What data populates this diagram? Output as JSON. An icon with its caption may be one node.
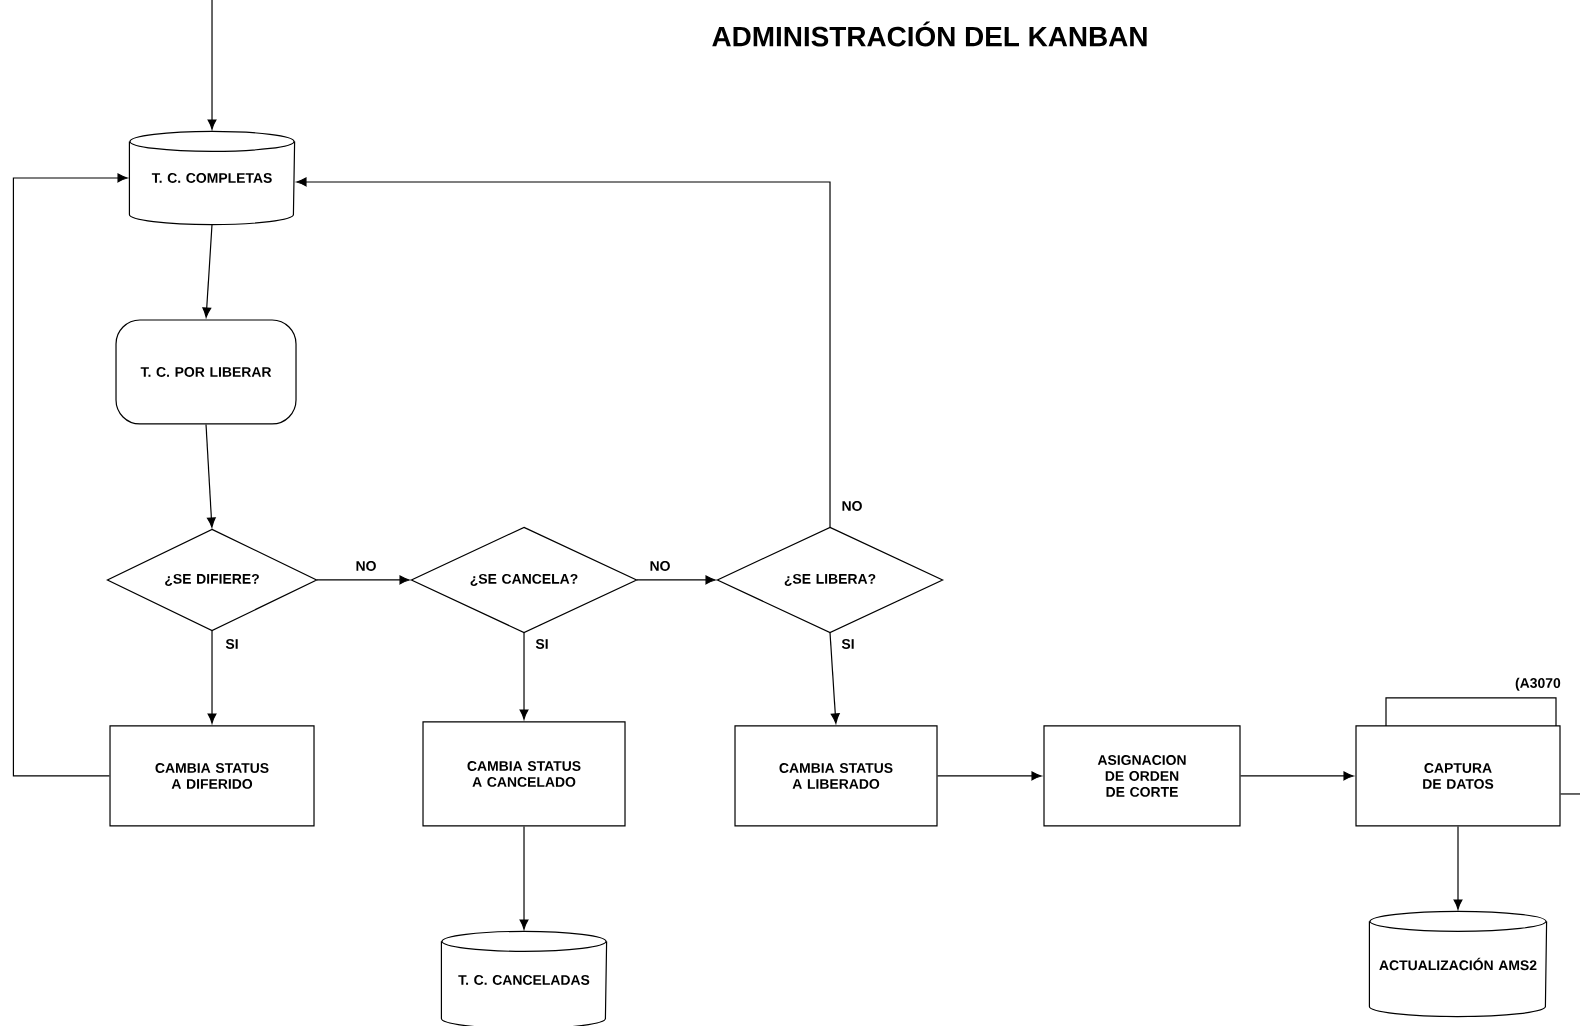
{
  "diagram": {
    "title": "ADMINISTRACIÓN DEL KANBAN",
    "nodes": [
      {
        "text": [
          "T. C. COMPLETAS"
        ]
      },
      {
        "text": [
          "T. C. POR LIBERAR"
        ]
      },
      {
        "text": [
          "¿SE DIFIERE?"
        ]
      },
      {
        "text": [
          "¿SE CANCELA?"
        ]
      },
      {
        "text": [
          "¿SE LIBERA?"
        ]
      },
      {
        "text": [
          "CAMBIA STATUS A DIFERIDO"
        ]
      },
      {
        "text": [
          "CAMBIA STATUS A CANCELADO"
        ]
      },
      {
        "text": [
          "CAMBIA STATUS A LIBERADO"
        ]
      },
      {
        "text": [
          "ASIGNACION DE ORDEN DE CORTE"
        ]
      },
      {
        "text": [
          "CAPTURA DE DATOS"
        ],
        "beside": [
          "(A3070"
        ]
      },
      {
        "text": [
          "T. C. CANCELADAS"
        ]
      },
      {
        "text": [
          "ACTUALIZACIÓN AMS2"
        ]
      }
    ],
    "edges": [
      {
        "from": null,
        "to": 0,
        "arrow": "to"
      },
      {
        "from": 0,
        "to": 1,
        "arrow": "to"
      },
      {
        "from": 1,
        "to": 2,
        "arrow": "to"
      },
      {
        "from": 2,
        "to": 3,
        "arrow": "to",
        "label": "NO"
      },
      {
        "from": 3,
        "to": 4,
        "arrow": "to",
        "label": "NO"
      },
      {
        "from": 4,
        "to": 0,
        "arrow": "to",
        "label": "NO"
      },
      {
        "from": 2,
        "to": 5,
        "arrow": "to",
        "label": "SI"
      },
      {
        "from": 3,
        "to": 6,
        "arrow": "to",
        "label": "SI"
      },
      {
        "from": 4,
        "to": 7,
        "arrow": "to",
        "label": "SI"
      },
      {
        "from": 5,
        "to": 0,
        "arrow": "to"
      },
      {
        "from": 6,
        "to": 10,
        "arrow": "to"
      },
      {
        "from": 7,
        "to": 8,
        "arrow": "to"
      },
      {
        "from": 8,
        "to": 9,
        "arrow": "to"
      },
      {
        "from": 9,
        "to": 11,
        "arrow": "to"
      },
      {
        "from": 9,
        "to": null,
        "arrow": "none"
      }
    ]
  }
}
